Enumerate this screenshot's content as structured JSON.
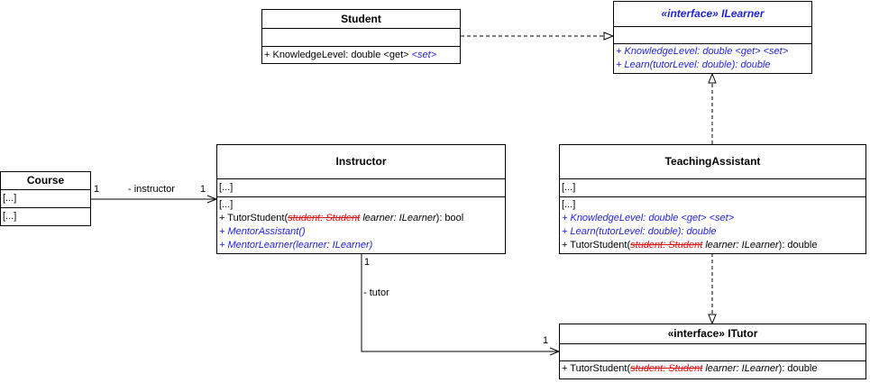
{
  "classes": {
    "student": {
      "title": "Student",
      "ops": {
        "p1": "+ KnowledgeLevel: double <get> ",
        "p2": "<set>"
      }
    },
    "ilearner": {
      "title": "«interface» ILearner",
      "ops": [
        "+ KnowledgeLevel: double <get> <set>",
        "+ Learn(tutorLevel: double): double"
      ]
    },
    "course": {
      "title": "Course",
      "attr": "[...]",
      "ops": "[...]"
    },
    "instructor": {
      "title": "Instructor",
      "attr": "[...]",
      "ops_placeholder": "[...]",
      "tutor": {
        "p1": "+ TutorStudent(",
        "strike": "student: Student",
        "p2": " learner: ILearner",
        "p3": "): bool"
      },
      "ops": [
        "+ MentorAssistant()",
        "+ MentorLearner(learner: ILearner)"
      ]
    },
    "ta": {
      "title": "TeachingAssistant",
      "attr": "[...]",
      "ops_placeholder": "[...]",
      "ops": [
        "+ KnowledgeLevel: double <get> <set>",
        "+ Learn(tutorLevel: double): double"
      ],
      "tutor": {
        "p1": "+ TutorStudent(",
        "strike": "student: Student",
        "p2": " learner: ILearner",
        "p3": "): double"
      }
    },
    "itutor": {
      "title": "«interface» ITutor",
      "tutor": {
        "p1": "+ TutorStudent(",
        "strike": "student: Student",
        "p2": " learner: ILearner",
        "p3": "): double"
      }
    }
  },
  "associations": {
    "course_instructor": {
      "mult_source": "1",
      "role": "- instructor",
      "mult_target": "1"
    },
    "instructor_itutor": {
      "mult_source": "1",
      "role": "- tutor",
      "mult_target": "1"
    }
  }
}
